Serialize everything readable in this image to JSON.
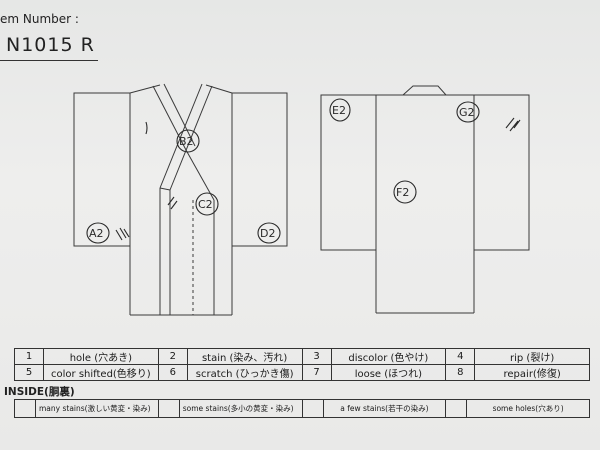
{
  "header": {
    "item_number_label": "em Number :",
    "item_code": "N1015  R"
  },
  "front_marks": [
    {
      "id": "A2",
      "type": "rip"
    },
    {
      "id": "B2",
      "type": "stain"
    },
    {
      "id": "C2",
      "type": "stain"
    },
    {
      "id": "D2",
      "type": "stain"
    }
  ],
  "back_marks": [
    {
      "id": "E2",
      "type": "stain"
    },
    {
      "id": "F2",
      "type": "stain"
    },
    {
      "id": "G2",
      "type": "stain"
    }
  ],
  "legend": [
    [
      {
        "num": "1",
        "label": "hole (穴あき)"
      },
      {
        "num": "2",
        "label": "stain (染み、汚れ)"
      },
      {
        "num": "3",
        "label": "discolor (色やけ)"
      },
      {
        "num": "4",
        "label": "rip (裂け)"
      }
    ],
    [
      {
        "num": "5",
        "label": "color shifted(色移り)"
      },
      {
        "num": "6",
        "label": "scratch (ひっかき傷)"
      },
      {
        "num": "7",
        "label": "loose (ほつれ)"
      },
      {
        "num": "8",
        "label": "repair(修復)"
      }
    ]
  ],
  "inside": {
    "label": "INSIDE(胴裏)",
    "options": [
      "many stains(激しい黄変・染み)",
      "some stains(多小の黄変・染み)",
      "a few stains(若干の染み)",
      "some holes(穴あり)"
    ]
  }
}
